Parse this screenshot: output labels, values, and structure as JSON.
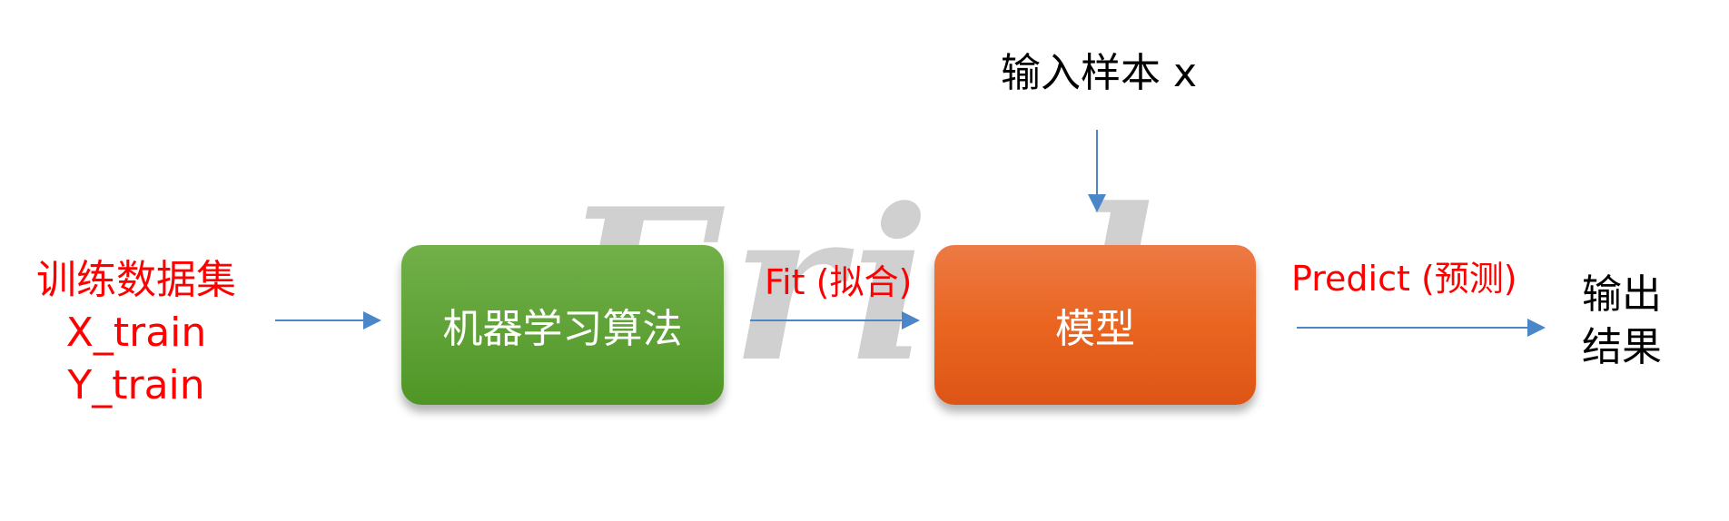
{
  "input": {
    "title": "训练数据集",
    "x_train": "X_train",
    "y_train": "Y_train"
  },
  "algorithm_box": {
    "label": "机器学习算法"
  },
  "fit_label": "Fit (拟合)",
  "model_box": {
    "label": "模型"
  },
  "sample_input": "输入样本 x",
  "predict_label": "Predict (预测)",
  "output": {
    "line1": "输出",
    "line2": "结果"
  },
  "watermark": "Erick",
  "colors": {
    "arrow": "#4a86c8",
    "red_text": "#ff0000",
    "green": "#5a9e32",
    "orange": "#e9651f"
  }
}
